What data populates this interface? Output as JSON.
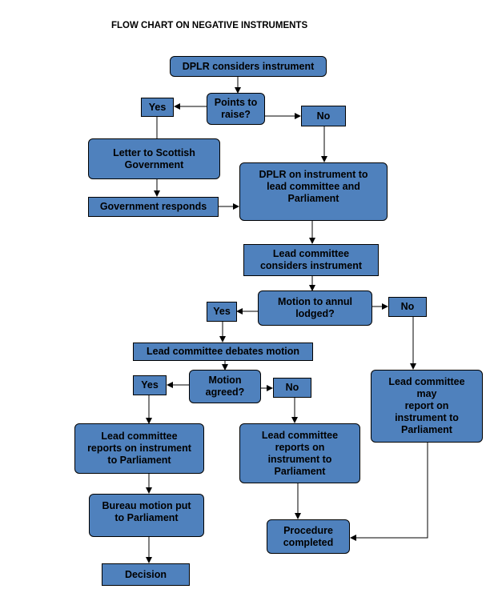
{
  "title": "FLOW CHART ON NEGATIVE INSTRUMENTS",
  "colors": {
    "box_fill": "#4f81bd",
    "line": "#000000"
  },
  "nodes": {
    "dplr_considers": "DPLR considers instrument",
    "points_to_raise": "Points to\nraise?",
    "yes_1": "Yes",
    "no_1": "No",
    "letter_to_government": "Letter to Scottish\nGovernment",
    "government_responds": "Government responds",
    "dplr_on_instrument": "DPLR on instrument to\nlead committee and\nParliament",
    "lead_committee_considers": "Lead committee\nconsiders instrument",
    "motion_to_annul": "Motion to annul\nlodged?",
    "yes_2": "Yes",
    "no_2": "No",
    "lead_committee_debates": "Lead committee debates motion",
    "motion_agreed": "Motion\nagreed?",
    "yes_3": "Yes",
    "no_3": "No",
    "lead_committee_may_report": "Lead committee\nmay\nreport on\ninstrument to\nParliament",
    "lead_committee_reports_yes": "Lead committee\nreports on instrument\nto Parliament",
    "lead_committee_reports_no": "Lead committee\nreports on\ninstrument to\nParliament",
    "bureau_motion": "Bureau motion put\nto  Parliament",
    "procedure_completed": "Procedure\ncompleted",
    "decision": "Decision"
  }
}
